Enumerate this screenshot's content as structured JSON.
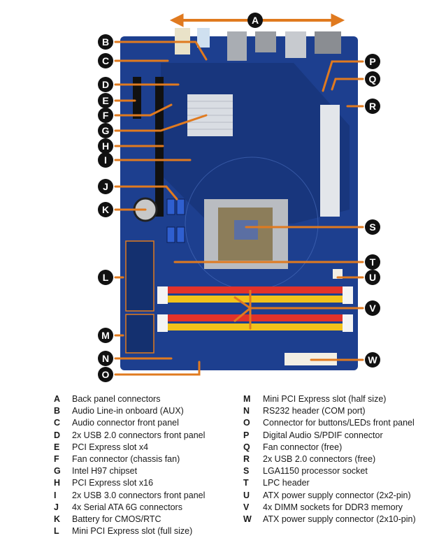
{
  "title": "Motherboard component layout",
  "colors": {
    "pcb": "#1d3f8f",
    "pcb_dark": "#14306f",
    "callout": "#e07a1f",
    "badge": "#111111",
    "dimm_red": "#e2322a",
    "dimm_yellow": "#f2c21a",
    "sata": "#2f5fd0",
    "heatsink": "#d9dde3"
  },
  "callouts": [
    {
      "key": "A",
      "label": "Back panel connectors"
    },
    {
      "key": "B",
      "label": "Audio Line-in onboard (AUX)"
    },
    {
      "key": "C",
      "label": "Audio connector front panel"
    },
    {
      "key": "D",
      "label": "2x USB 2.0 connectors front panel"
    },
    {
      "key": "E",
      "label": "PCI Express slot x4"
    },
    {
      "key": "F",
      "label": "Fan connector (chassis fan)"
    },
    {
      "key": "G",
      "label": "Intel H97 chipset"
    },
    {
      "key": "H",
      "label": "PCI Express slot x16"
    },
    {
      "key": "I",
      "label": "2x USB 3.0 connectors front panel"
    },
    {
      "key": "J",
      "label": "4x Serial ATA 6G connectors"
    },
    {
      "key": "K",
      "label": "Battery for CMOS/RTC"
    },
    {
      "key": "L",
      "label": "Mini PCI Express slot (full size)"
    },
    {
      "key": "M",
      "label": "Mini PCI Express slot (half size)"
    },
    {
      "key": "N",
      "label": "RS232 header (COM port)"
    },
    {
      "key": "O",
      "label": "Connector for buttons/LEDs front panel"
    },
    {
      "key": "P",
      "label": "Digital Audio S/PDIF connector"
    },
    {
      "key": "Q",
      "label": "Fan connector (free)"
    },
    {
      "key": "R",
      "label": "2x USB 2.0 connectors (free)"
    },
    {
      "key": "S",
      "label": "LGA1150 processor socket"
    },
    {
      "key": "T",
      "label": "LPC header"
    },
    {
      "key": "U",
      "label": "ATX power supply connector (2x2-pin)"
    },
    {
      "key": "V",
      "label": "4x DIMM sockets for DDR3 memory"
    },
    {
      "key": "W",
      "label": "ATX power supply connector (2x10-pin)"
    }
  ]
}
